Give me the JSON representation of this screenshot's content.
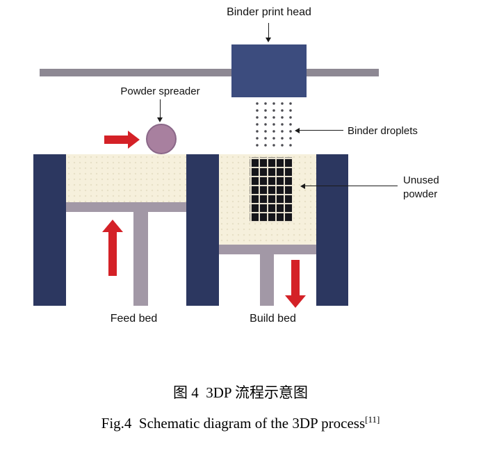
{
  "figure": {
    "labels": {
      "binder_print_head": "Binder print head",
      "powder_spreader": "Powder spreader",
      "binder_droplets": "Binder droplets",
      "unused_powder": "Unused powder",
      "feed_bed": "Feed bed",
      "build_bed": "Build bed"
    },
    "caption": {
      "chinese": "图 4  3DP 流程示意图",
      "english": "Fig.4  Schematic diagram of the 3DP process",
      "reference": "[11]"
    },
    "colors": {
      "wall_navy": "#2c3760",
      "print_head_navy": "#3c4c7e",
      "rail_gray": "#8d8893",
      "piston_mauve": "#a298a6",
      "powder_cream": "#f6f0dc",
      "spreader_mauve": "#a8809f",
      "arrow_red": "#d42127",
      "part_black": "#15151a"
    }
  }
}
